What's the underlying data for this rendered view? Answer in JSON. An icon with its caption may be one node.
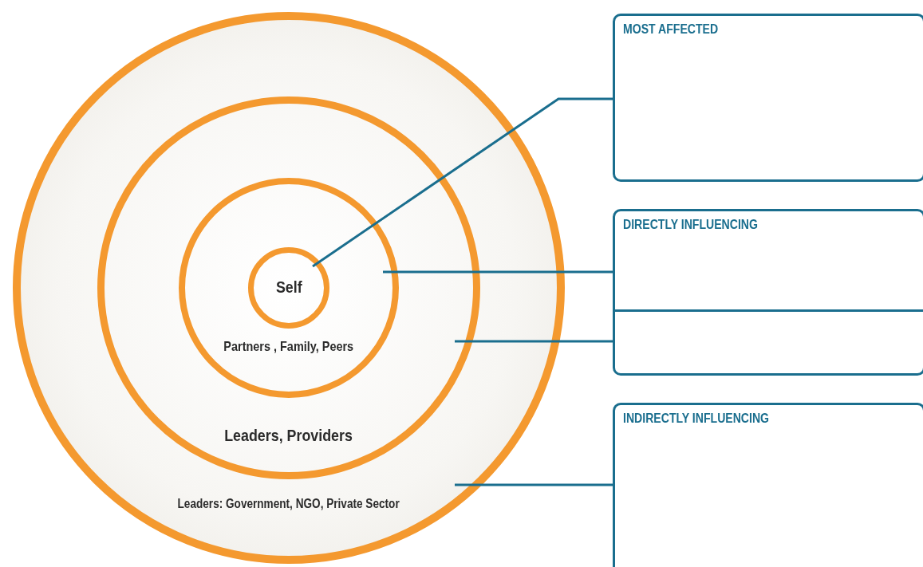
{
  "diagram": {
    "nodes": [
      {
        "text": [
          "Leaders: Government, NGO, Private Sector"
        ]
      },
      {
        "text": [
          "Leaders, Providers"
        ],
        "in": 0
      },
      {
        "text": [
          "Partners , Family, Peers"
        ],
        "in": 1
      },
      {
        "text": [
          "Self"
        ],
        "in": 2
      },
      {
        "text": [
          "MOST AFFECTED"
        ]
      },
      {
        "text": [
          "DIRECTLY INFLUENCING"
        ]
      },
      {
        "text": [],
        "shape": "box",
        "in": 5
      },
      {
        "text": [
          "INDIRECTLY INFLUENCING"
        ]
      }
    ],
    "edges": [
      {
        "from": 4,
        "to": 3,
        "arrow": "none"
      },
      {
        "from": 5,
        "to": 2,
        "arrow": "none"
      },
      {
        "from": 6,
        "to": 1,
        "arrow": "none"
      },
      {
        "from": 7,
        "to": 0,
        "arrow": "none"
      }
    ]
  }
}
